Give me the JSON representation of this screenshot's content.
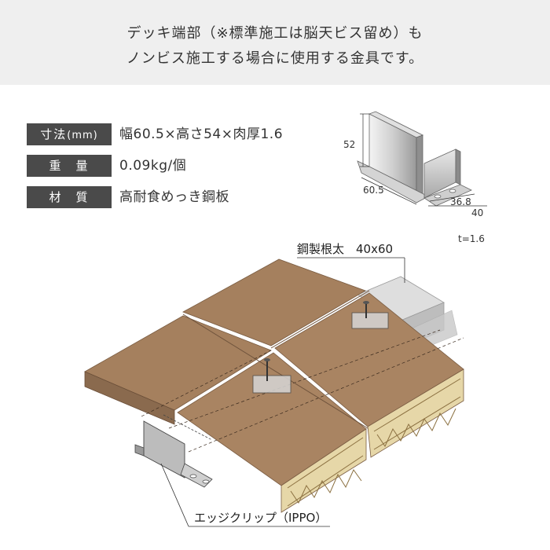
{
  "header": {
    "line1": "デッキ端部（※標準施工は脳天ビス留め）も",
    "line2": "ノンビス施工する場合に使用する金具です。"
  },
  "specs": [
    {
      "label_main": "寸法",
      "label_sub": "(mm)",
      "value": "幅60.5×高さ54×肉厚1.6"
    },
    {
      "label_main": "重　量",
      "label_sub": "",
      "value": "0.09kg/個"
    },
    {
      "label_main": "材　質",
      "label_sub": "",
      "value": "高耐食めっき鋼板"
    }
  ],
  "dimensions": {
    "height": "52",
    "width": "60.5",
    "depth_inner": "36.8",
    "depth_outer": "40",
    "thickness": "t=1.6"
  },
  "labels": {
    "joist": "鋼製根太　40x60",
    "clip": "エッジクリップ（IPPO）"
  },
  "colors": {
    "header_bg": "#efefef",
    "label_bg": "#4a4a4a",
    "deck_top": "#a5805e",
    "deck_side": "#8a6a4e",
    "deck_core": "#e6d7a8"
  }
}
